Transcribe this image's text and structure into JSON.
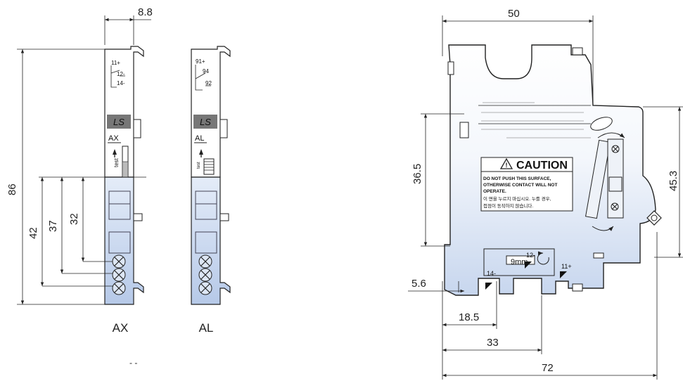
{
  "dimensions": {
    "width_top": "8.8",
    "height_total": "86",
    "h42": "42",
    "h37": "37",
    "h32": "32",
    "main_width": "50",
    "main_h365": "36.5",
    "main_h453": "45.3",
    "main_56": "5.6",
    "main_185": "18.5",
    "main_33": "33",
    "main_72": "72"
  },
  "ax": {
    "name": "AX",
    "terminals": [
      "11+",
      "12-",
      "14-"
    ],
    "logo": "LS",
    "label": "AX",
    "test": "test"
  },
  "al": {
    "name": "AL",
    "terminals": [
      "91+",
      "94",
      "92"
    ],
    "logo": "LS",
    "label": "AL",
    "test": "test"
  },
  "main": {
    "caution_title": "CAUTION",
    "caution_lines": [
      "DO NOT PUSH THIS SURFACE,",
      "OTHERWISE CONTACT WILL NOT",
      "OPERATE.",
      "이 면을 누르지 마십시오. 누를 경우,",
      "접점이 동작하지 않습니다."
    ],
    "strip_label": "9mm",
    "terminals": [
      "11+",
      "12-",
      "14-"
    ]
  },
  "footer": "- -"
}
